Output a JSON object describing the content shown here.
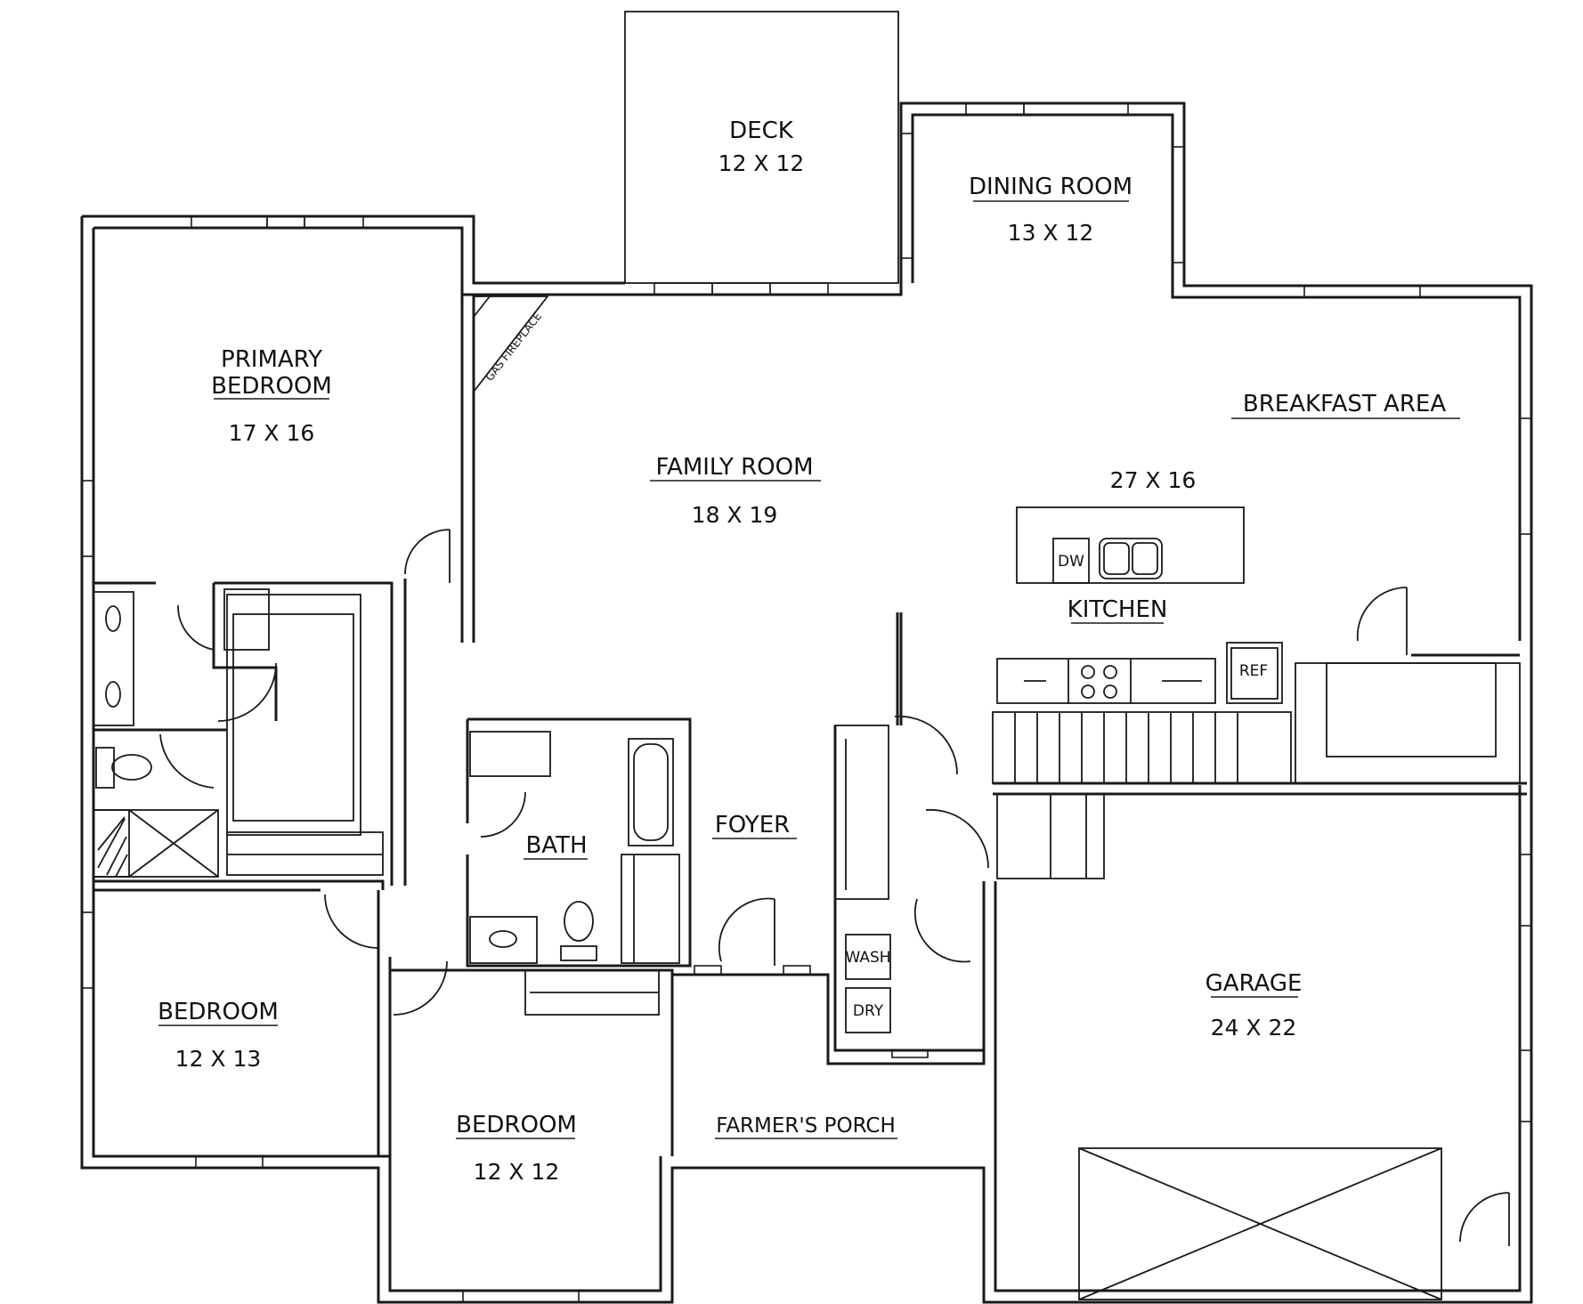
{
  "rooms": {
    "deck": {
      "name": "DECK",
      "size": "12 X 12"
    },
    "dining": {
      "name": "DINING ROOM",
      "size": "13 X 12"
    },
    "primary": {
      "name1": "PRIMARY",
      "name2": "BEDROOM",
      "size": "17 X 16"
    },
    "family": {
      "name": "FAMILY ROOM",
      "size": "18 X 19"
    },
    "breakfast": {
      "name": "BREAKFAST AREA",
      "size": "27 X 16"
    },
    "kitchen": {
      "name": "KITCHEN"
    },
    "bath": {
      "name": "BATH"
    },
    "foyer": {
      "name": "FOYER"
    },
    "garage": {
      "name": "GARAGE",
      "size": "24 X 22"
    },
    "bedroom1": {
      "name": "BEDROOM",
      "size": "12 X 13"
    },
    "bedroom2": {
      "name": "BEDROOM",
      "size": "12 X 12"
    },
    "porch": {
      "name": "FARMER'S PORCH"
    }
  },
  "fixtures": {
    "fireplace": "GAS FIREPLACE",
    "dishwasher": "DW",
    "refrigerator": "REF",
    "washer": "WASH",
    "dryer": "DRY"
  }
}
